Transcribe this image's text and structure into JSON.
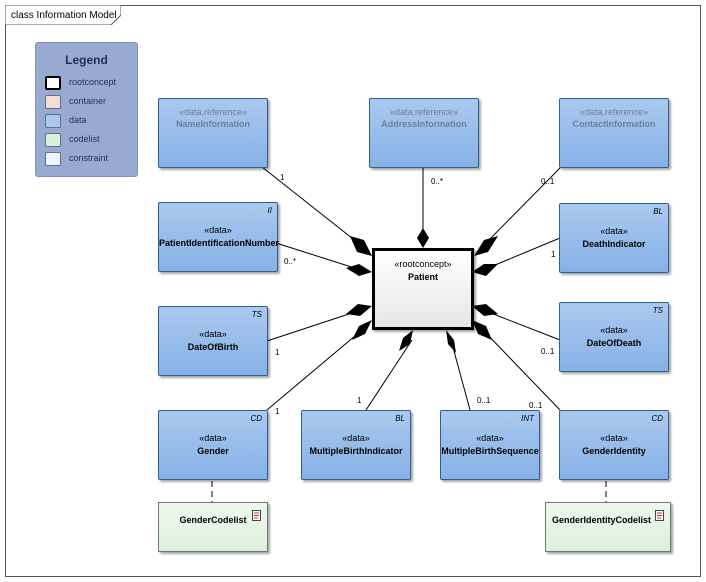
{
  "frame": {
    "title": "class Information Model"
  },
  "legend": {
    "title": "Legend",
    "items": [
      {
        "label": "rootconcept",
        "color": "#ffffff"
      },
      {
        "label": "container",
        "color": "#f6dcd2"
      },
      {
        "label": "data",
        "color": "#a8c8ec"
      },
      {
        "label": "codelist",
        "color": "#d8f0dc"
      },
      {
        "label": "constraint",
        "color": "#f2f2fa"
      }
    ]
  },
  "root": {
    "stereotype": "«rootconcept»",
    "name": "Patient"
  },
  "classes": {
    "name_information": {
      "stereotype": "«data,reference»",
      "name": "NameInformation",
      "tag": ""
    },
    "address_information": {
      "stereotype": "«data,reference»",
      "name": "AddressInformation",
      "tag": ""
    },
    "contact_information": {
      "stereotype": "«data,reference»",
      "name": "ContactInformation",
      "tag": ""
    },
    "patient_identification_number": {
      "stereotype": "«data»",
      "name": "PatientIdentificationNumber",
      "tag": "II"
    },
    "death_indicator": {
      "stereotype": "«data»",
      "name": "DeathIndicator",
      "tag": "BL"
    },
    "date_of_birth": {
      "stereotype": "«data»",
      "name": "DateOfBirth",
      "tag": "TS"
    },
    "date_of_death": {
      "stereotype": "«data»",
      "name": "DateOfDeath",
      "tag": "TS"
    },
    "gender": {
      "stereotype": "«data»",
      "name": "Gender",
      "tag": "CD"
    },
    "multiple_birth_indicator": {
      "stereotype": "«data»",
      "name": "MultipleBirthIndicator",
      "tag": "BL"
    },
    "multiple_birth_sequence": {
      "stereotype": "«data»",
      "name": "MultipleBirthSequence",
      "tag": "INT"
    },
    "gender_identity": {
      "stereotype": "«data»",
      "name": "GenderIdentity",
      "tag": "CD"
    }
  },
  "codelists": {
    "gender_codelist": {
      "name": "GenderCodelist"
    },
    "gender_identity_codelist": {
      "name": "GenderIdentityCodelist"
    }
  },
  "multiplicities": {
    "name_information": "1",
    "address_information": "0..*",
    "contact_information": "0..1",
    "patient_identification_number": "0..*",
    "death_indicator": "1",
    "date_of_birth": "1",
    "date_of_death": "0..1",
    "gender": "1",
    "multiple_birth_indicator": "1",
    "multiple_birth_sequence": "0..1",
    "gender_identity": "0..1"
  }
}
